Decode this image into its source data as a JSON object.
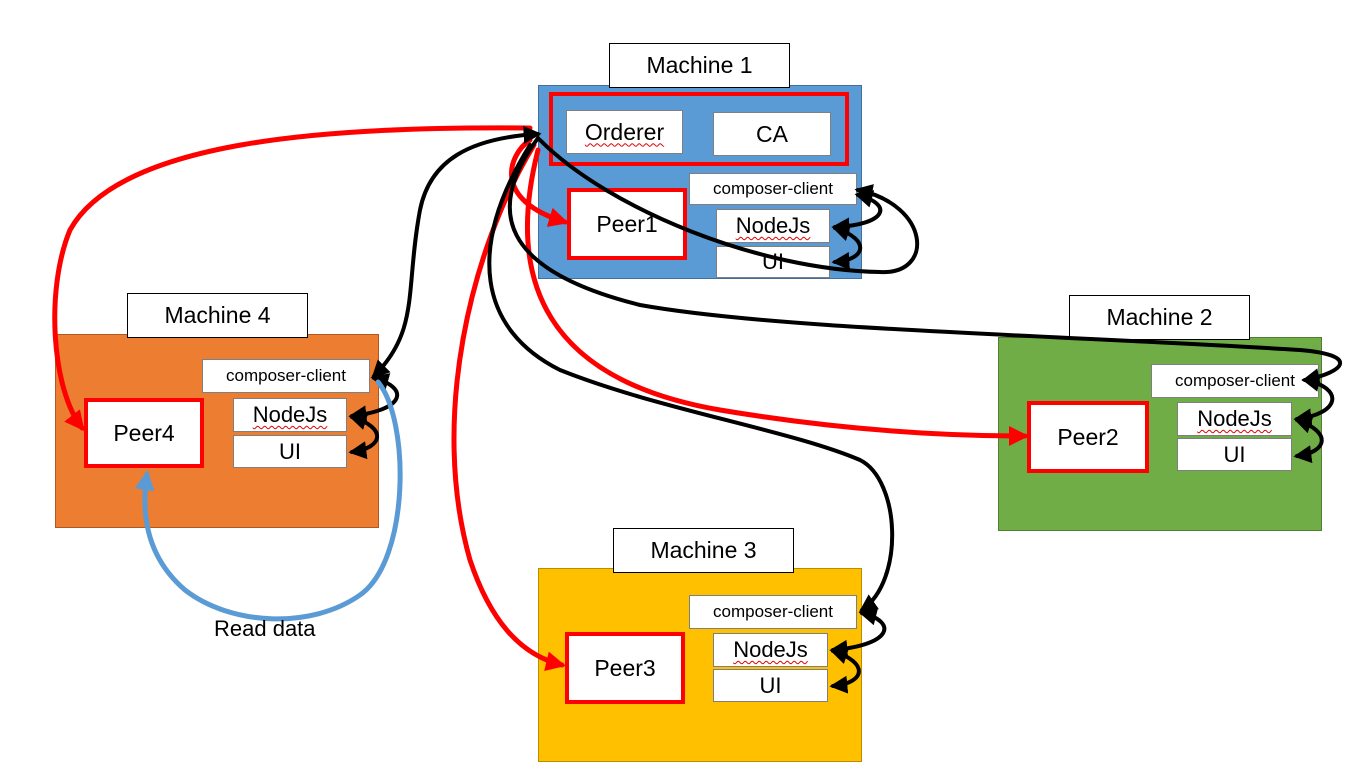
{
  "machines": [
    {
      "title": "Machine 1",
      "color": "#5b9bd5"
    },
    {
      "title": "Machine 2",
      "color": "#70ad47"
    },
    {
      "title": "Machine 3",
      "color": "#ffc000"
    },
    {
      "title": "Machine 4",
      "color": "#ed7d31"
    }
  ],
  "machine1": {
    "orderer": "Orderer",
    "ca": "CA",
    "peer": "Peer1",
    "composer_client": "composer-client",
    "nodejs": "NodeJs",
    "ui": "UI"
  },
  "machine2": {
    "peer": "Peer2",
    "composer_client": "composer-client",
    "nodejs": "NodeJs",
    "ui": "UI"
  },
  "machine3": {
    "peer": "Peer3",
    "composer_client": "composer-client",
    "nodejs": "NodeJs",
    "ui": "UI"
  },
  "machine4": {
    "peer": "Peer4",
    "composer_client": "composer-client",
    "nodejs": "NodeJs",
    "ui": "UI"
  },
  "annotation": "Read data",
  "arrow_colors": {
    "ordering": "#ff0000",
    "client": "#000000",
    "read": "#5b9bd5"
  }
}
